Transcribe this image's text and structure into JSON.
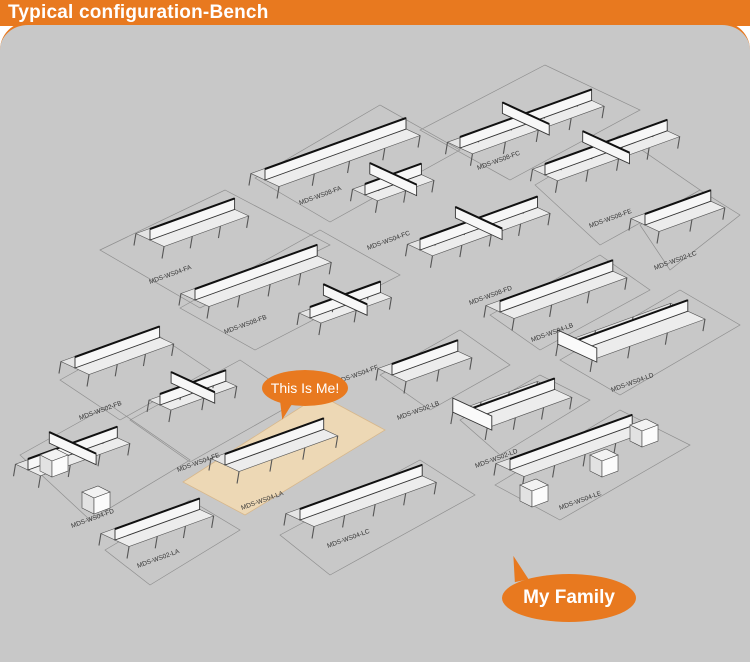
{
  "header": {
    "title": "Typical configuration-Bench"
  },
  "callouts": {
    "me": "This Is Me!",
    "family": "My Family"
  },
  "models": [
    "MDS-WS04-FA",
    "MDS-WS08-FA",
    "MDS-WS08-FC",
    "MDS-WS04-FC",
    "MDS-WS08-FE",
    "MDS-WS08-FB",
    "MDS-WS08-FD",
    "MDS-WS02-LC",
    "MDS-WS04-LB",
    "MDS-WS04-FF",
    "MDS-WS04-LD",
    "MDS-WS02-LB",
    "MDS-WS02-FB",
    "MDS-WS04-FE",
    "MDS-WS04-FD",
    "MDS-WS04-LA",
    "MDS-WS02-LD",
    "MDS-WS02-LA",
    "MDS-WS04-LC",
    "MDS-WS04-LE"
  ],
  "colors": {
    "accent": "#e8791f",
    "panel": "#c8c8c8",
    "highlight": "#efd9b4"
  }
}
